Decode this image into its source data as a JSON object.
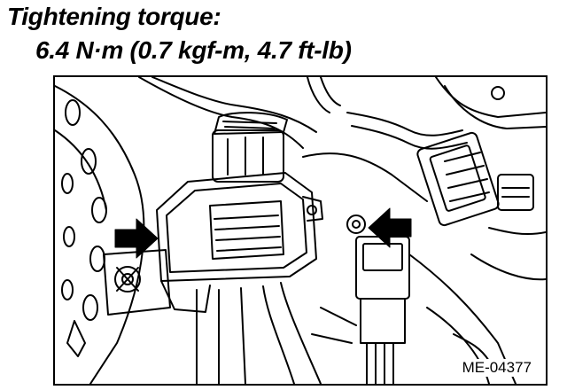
{
  "header": {
    "heading": "Tightening torque:",
    "torque_value": "6.4 N·m (0.7 kgf-m, 4.7 ft-lb)"
  },
  "figure": {
    "code": "ME-04377",
    "arrow_count": 2,
    "arrow_color": "#000000"
  }
}
